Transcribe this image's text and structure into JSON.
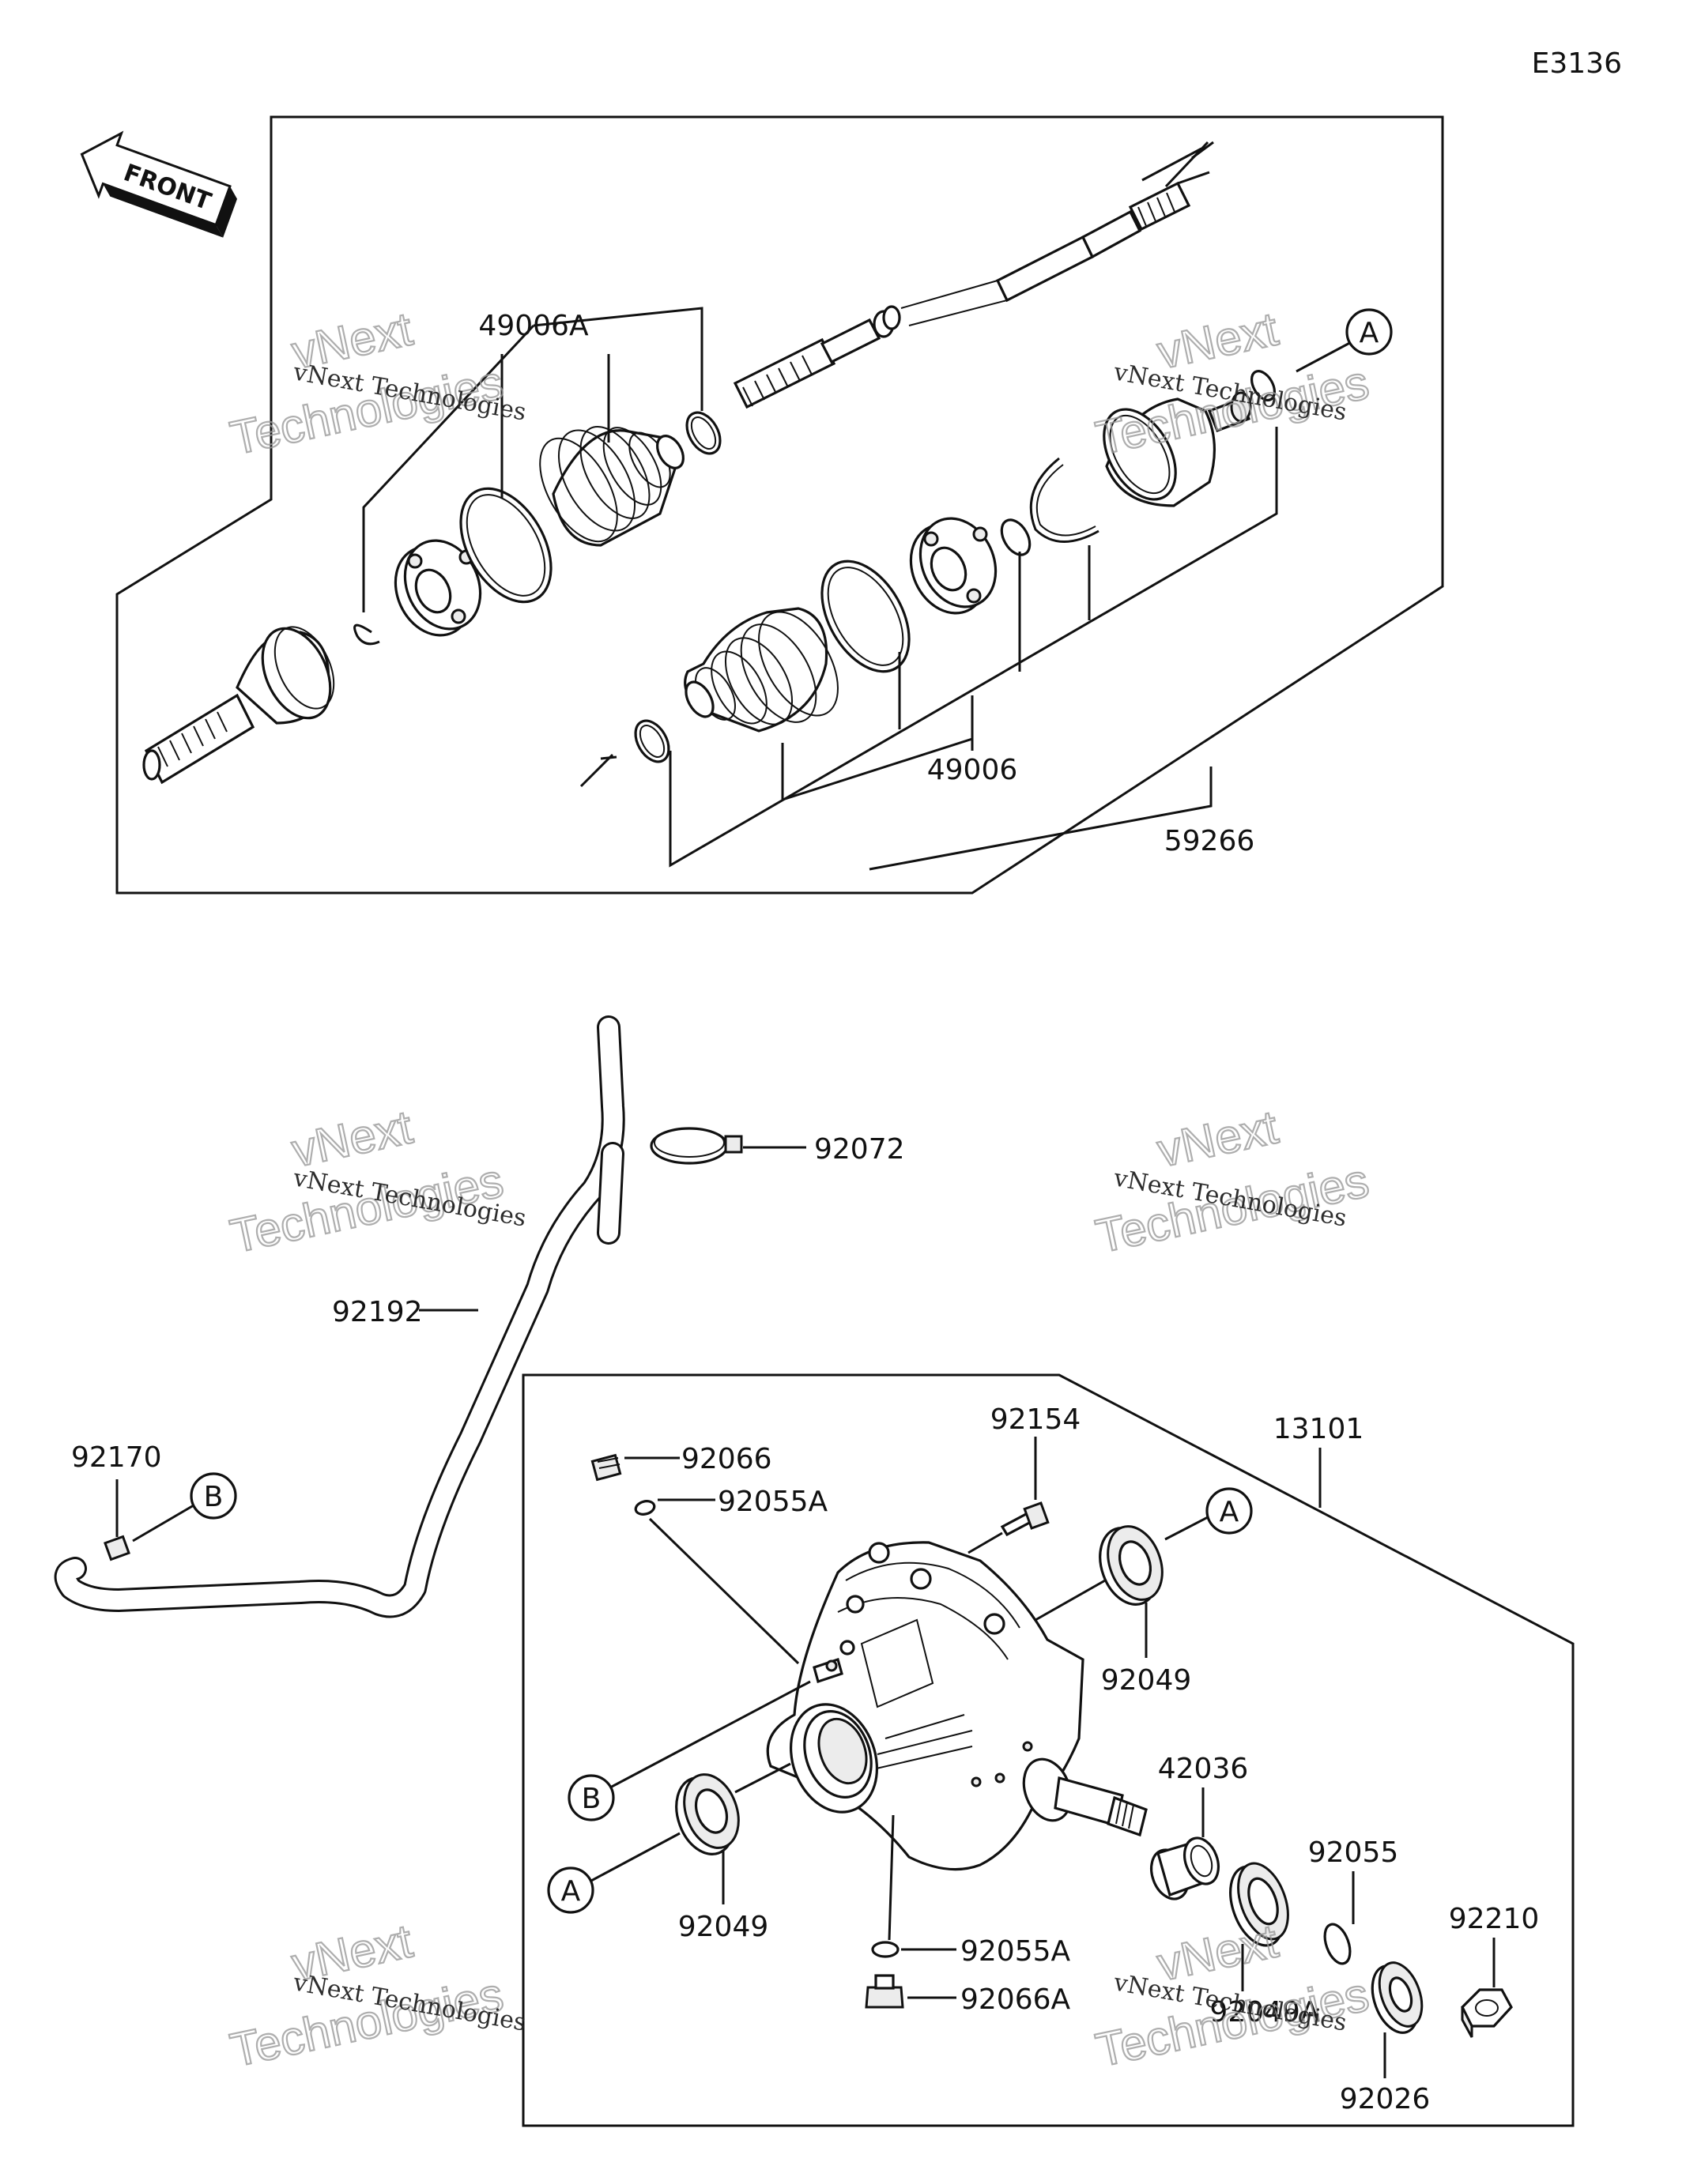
{
  "diagram_code": "E3136",
  "front_arrow_text": "FRONT",
  "watermark": {
    "line1": "vNext",
    "line2": "vNext Technologies",
    "line3": "Technologies"
  },
  "callouts": {
    "a": "A",
    "b": "B"
  },
  "parts": {
    "p49006A": "49006A",
    "p49006": "49006",
    "p59266": "59266",
    "p92072": "92072",
    "p92192": "92192",
    "p92170": "92170",
    "p13101": "13101",
    "p92154": "92154",
    "p92066": "92066",
    "p92055A_top": "92055A",
    "p92049_right": "92049",
    "p92049_left": "92049",
    "p42036": "42036",
    "p92055": "92055",
    "p92210": "92210",
    "p92055A_bottom": "92055A",
    "p92066A": "92066A",
    "p92026": "92026",
    "p92049A": "92049A"
  }
}
